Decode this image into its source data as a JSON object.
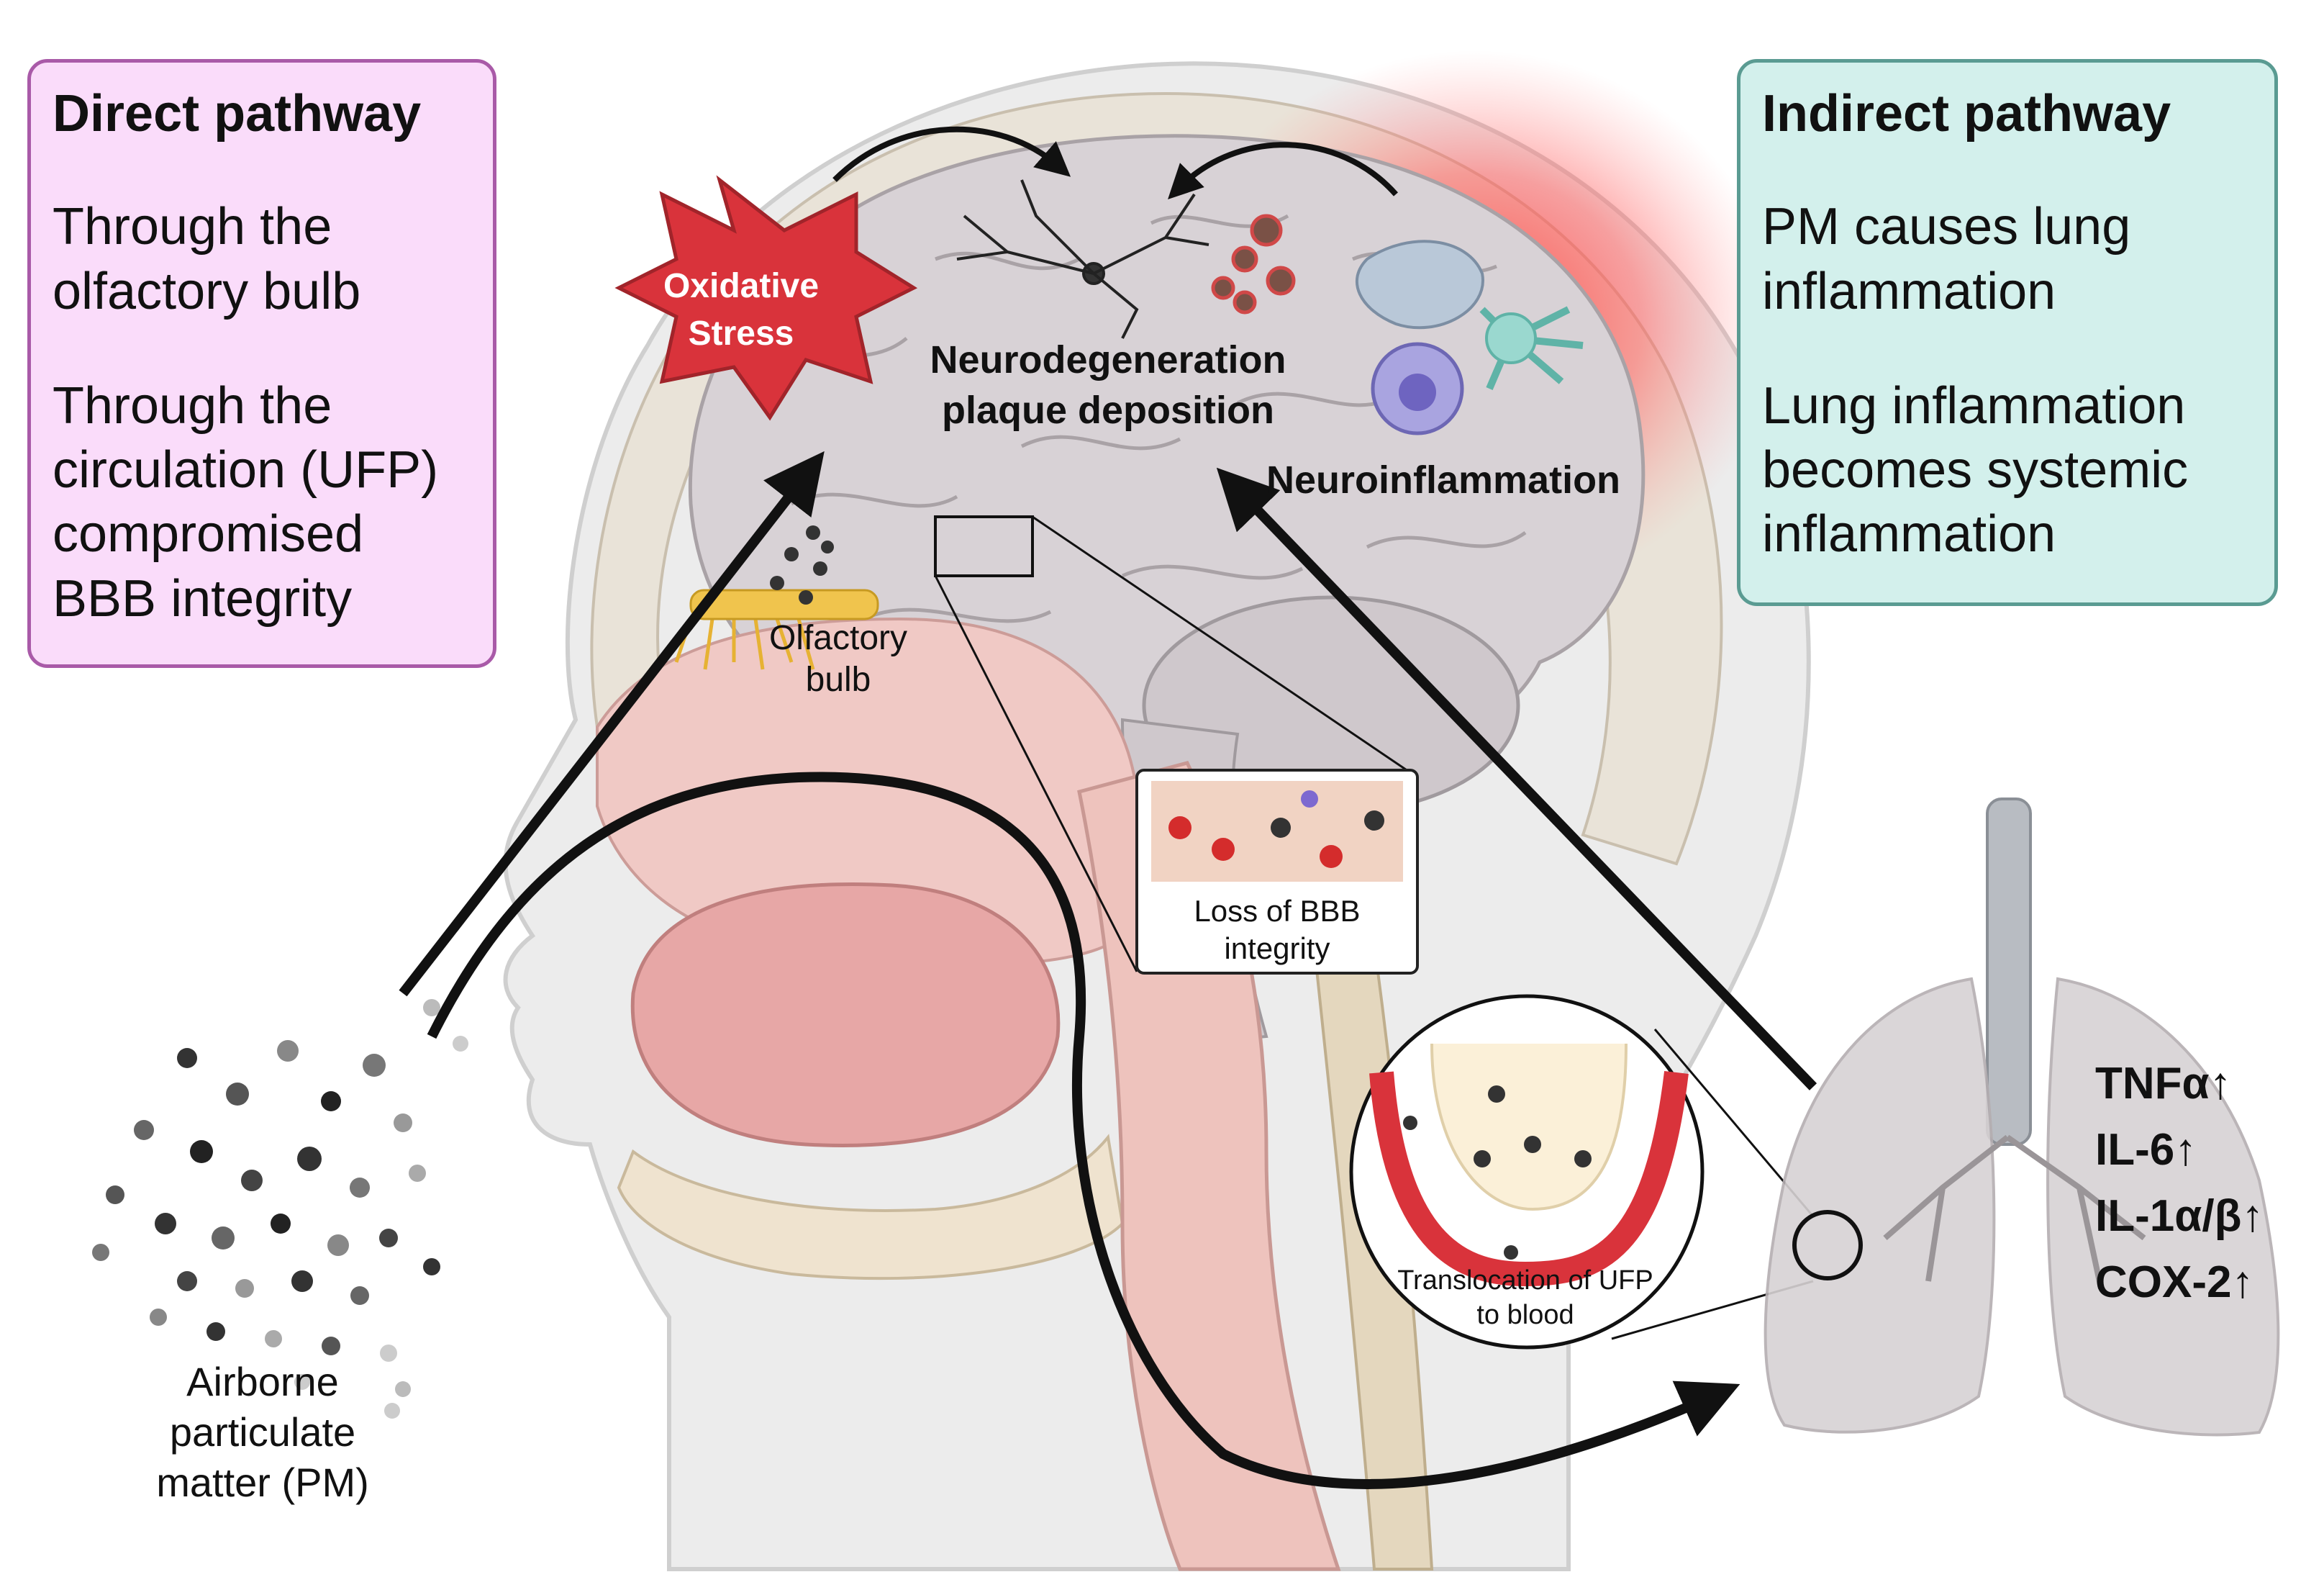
{
  "direct_pathway": {
    "title": "Direct pathway",
    "item1": "Through the olfactory bulb",
    "item2": "Through the circulation (UFP) compromised BBB integrity"
  },
  "indirect_pathway": {
    "title": "Indirect pathway",
    "item1": "PM causes lung inflammation",
    "item2": "Lung inflammation becomes systemic inflammation"
  },
  "labels": {
    "oxidative_stress": "Oxidative Stress",
    "neurodegeneration": "Neurodegeneration plaque deposition",
    "neuroinflammation": "Neuroinflammation",
    "olfactory_bulb": "Olfactory bulb",
    "loss_bbb": "Loss of BBB integrity",
    "translocation": "Translocation of UFP to blood",
    "airborne_pm": "Airborne particulate matter (PM)"
  },
  "cytokines": [
    "TNFα↑",
    "IL-6↑",
    "IL-1α/β↑",
    "COX-2↑"
  ],
  "colors": {
    "direct_box_fill": "#fadcfa",
    "indirect_box_fill": "#d3f0ec",
    "oxidative_star": "#d9333b",
    "inflammation_glow": "#ff4a4a",
    "arrow": "#111111"
  }
}
